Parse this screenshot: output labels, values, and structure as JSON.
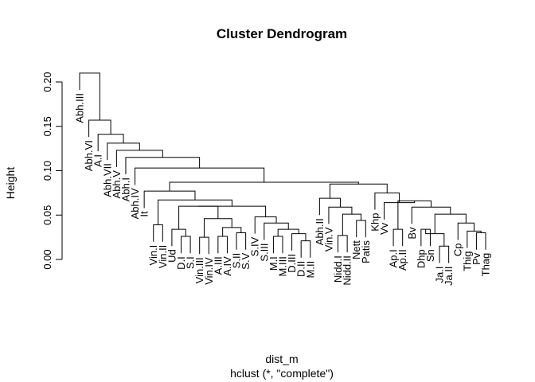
{
  "chart_data": {
    "type": "dendrogram",
    "title": "Cluster Dendrogram",
    "xlabel": "dist_m",
    "sub": "hclust (*, \"complete\")",
    "ylabel": "Height",
    "ylim": [
      0,
      0.21
    ],
    "yticks": [
      "0.00",
      "0.05",
      "0.10",
      "0.15",
      "0.20"
    ],
    "grid": false,
    "leaves": [
      "Abh.III",
      "Abh.VI",
      "A.I",
      "Abh.VII",
      "Abh.V",
      "Abh.I",
      "Abh.IV",
      "It",
      "Vin.I",
      "Vin.II",
      "Ud",
      "D.I",
      "S.I",
      "Vin.III",
      "Vin.IV",
      "A.III",
      "A.IV",
      "S.II",
      "S.V",
      "S.IV",
      "S.III",
      "M.I",
      "M.III",
      "D.III",
      "D.II",
      "M.II",
      "Abh.II",
      "Vin.V",
      "Nidd.I",
      "Nidd.II",
      "Nett",
      "Patis",
      "Khp",
      "Vv",
      "Ap.I",
      "Ap.II",
      "Bv",
      "Dhp",
      "Sn",
      "Ja.I",
      "Ja.II",
      "Cp",
      "Thig",
      "Pv",
      "Thag"
    ],
    "merges": [
      {
        "left": "Vin.I",
        "right": "Vin.II",
        "height": 0.039
      },
      {
        "left": "D.I",
        "right": "S.I",
        "height": 0.026
      },
      {
        "left": "Ud",
        "right": "m2",
        "height": 0.034
      },
      {
        "left": "Vin.III",
        "right": "Vin.IV",
        "height": 0.025
      },
      {
        "left": "A.III",
        "right": "A.IV",
        "height": 0.026
      },
      {
        "left": "S.II",
        "right": "S.V",
        "height": 0.03
      },
      {
        "left": "m5",
        "right": "m6",
        "height": 0.036
      },
      {
        "left": "m4",
        "right": "m7",
        "height": 0.046
      },
      {
        "left": "m3",
        "right": "m8",
        "height": 0.06
      },
      {
        "left": "M.I",
        "right": "M.III",
        "height": 0.026
      },
      {
        "left": "D.II",
        "right": "M.II",
        "height": 0.021
      },
      {
        "left": "D.III",
        "right": "m11",
        "height": 0.029
      },
      {
        "left": "m10",
        "right": "m12",
        "height": 0.034
      },
      {
        "left": "S.III",
        "right": "m13",
        "height": 0.041
      },
      {
        "left": "S.IV",
        "right": "m14",
        "height": 0.048
      },
      {
        "left": "m9",
        "right": "m15",
        "height": 0.06
      },
      {
        "left": "m1",
        "right": "m16",
        "height": 0.067
      },
      {
        "left": "It",
        "right": "m17",
        "height": 0.077
      },
      {
        "left": "Nidd.I",
        "right": "Nidd.II",
        "height": 0.027
      },
      {
        "left": "Nett",
        "right": "Patis",
        "height": 0.044
      },
      {
        "left": "m19",
        "right": "m20",
        "height": 0.051
      },
      {
        "left": "Vin.V",
        "right": "m21",
        "height": 0.059
      },
      {
        "left": "Abh.II",
        "right": "m22",
        "height": 0.069
      },
      {
        "left": "Ap.I",
        "right": "Ap.II",
        "height": 0.034
      },
      {
        "left": "Dhp",
        "right": "Sn",
        "height": 0.034
      },
      {
        "left": "Ja.I",
        "right": "Ja.II",
        "height": 0.015
      },
      {
        "left": "m25",
        "right": "m26",
        "height": 0.029
      },
      {
        "left": "Pv",
        "right": "Thag",
        "height": 0.03
      },
      {
        "left": "Thig",
        "right": "m28",
        "height": 0.032
      },
      {
        "left": "Cp",
        "right": "m29",
        "height": 0.041
      },
      {
        "left": "m27",
        "right": "m30",
        "height": 0.051
      },
      {
        "left": "Bv",
        "right": "m31",
        "height": 0.059
      },
      {
        "left": "m24",
        "right": "m32",
        "height": 0.066
      },
      {
        "left": "Vv",
        "right": "m33",
        "height": 0.064
      },
      {
        "left": "Khp",
        "right": "m34",
        "height": 0.075
      },
      {
        "left": "m23",
        "right": "m35",
        "height": 0.085
      },
      {
        "left": "m18",
        "right": "m36",
        "height": 0.087
      },
      {
        "left": "Abh.IV",
        "right": "m37",
        "height": 0.103
      },
      {
        "left": "Abh.I",
        "right": "m38",
        "height": 0.115
      },
      {
        "left": "Abh.V",
        "right": "m39",
        "height": 0.123
      },
      {
        "left": "Abh.VII",
        "right": "m40",
        "height": 0.131
      },
      {
        "left": "A.I",
        "right": "m41",
        "height": 0.141
      },
      {
        "left": "Abh.VI",
        "right": "m42",
        "height": 0.157
      },
      {
        "left": "Abh.III",
        "right": "m43",
        "height": 0.21
      }
    ]
  }
}
